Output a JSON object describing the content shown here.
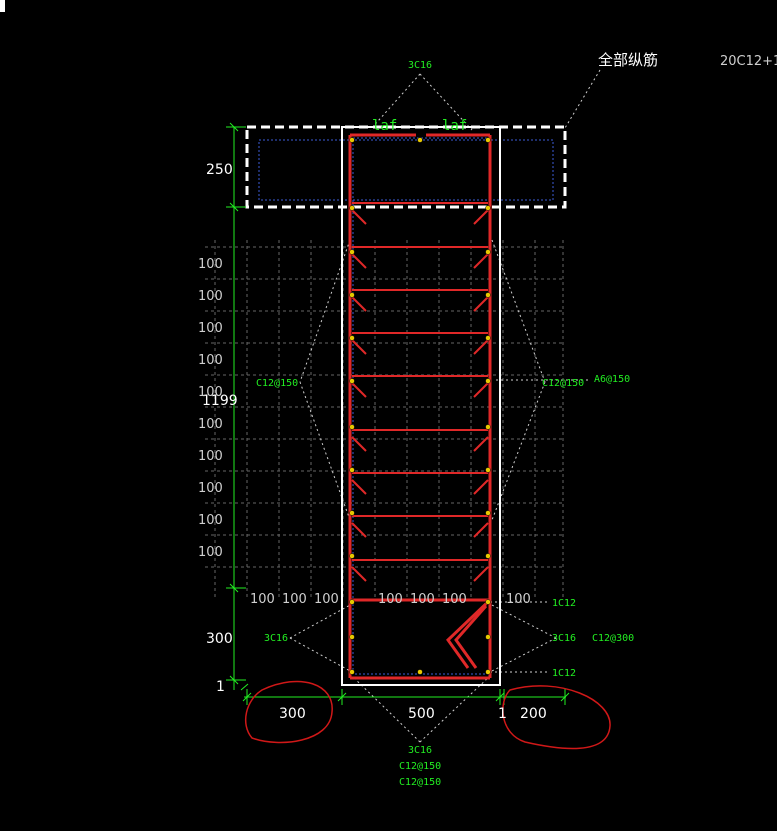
{
  "title_label": "全部纵筋",
  "total_rebar": "20C12+1",
  "top_rebar": "3C16",
  "anchor_left": "laf",
  "anchor_right": "laf",
  "flange_height": "250",
  "web_height": "1199",
  "bottom_height": "300",
  "bottom_offset": "1",
  "grid_label": "100",
  "web_side_left": "C12@150",
  "web_side_right": "C12@150",
  "web_stirrup": "A6@150",
  "side_bar_left": "3C16",
  "side_bar_right": "3C16",
  "bottom_stirrup": "C12@300",
  "corner_bar_top": "1C12",
  "corner_bar_bottom": "1C12",
  "dim_left": "300",
  "dim_center": "500",
  "dim_right_offset": "1",
  "dim_right": "200",
  "bottom_bar": "3C16",
  "bottom_stirrup_1": "C12@150",
  "bottom_stirrup_2": "C12@150",
  "colors": {
    "rebar": "#e02828",
    "outline": "#ffffff",
    "dim": "#22ee22",
    "grid": "#777777",
    "markup": "#d01818",
    "node": "#e8c800"
  }
}
